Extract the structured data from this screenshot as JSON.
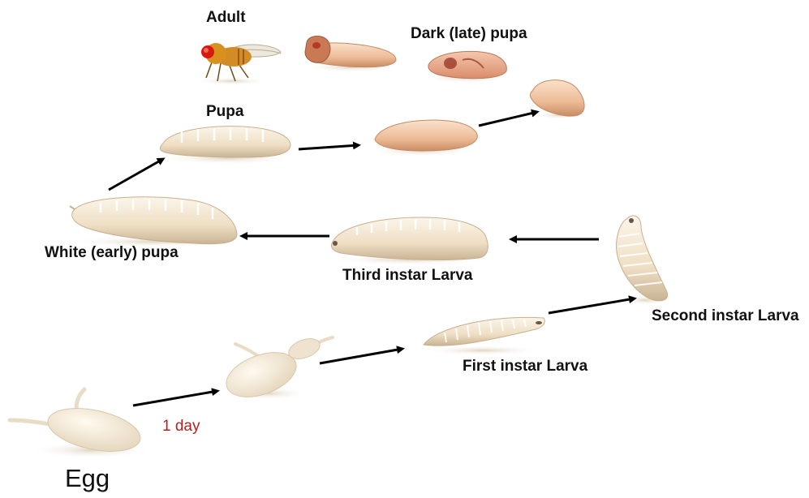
{
  "labels": {
    "adult": "Adult",
    "dark_pupa": "Dark (late) pupa",
    "pupa": "Pupa",
    "white_pupa": "White (early) pupa",
    "third_instar": "Third instar Larva",
    "second_instar": "Second instar Larva",
    "first_instar": "First instar Larva",
    "one_day": "1 day",
    "egg": "Egg"
  },
  "colors": {
    "arrow": "#000000",
    "day_text": "#b22222",
    "larva_body": "#f3e6cf",
    "pupa_tan": "#f0c9a8",
    "dark_pupa": "#e8a98a",
    "fly_body": "#d9891f",
    "fly_eye": "#d61a0f"
  },
  "stages": [
    "Egg",
    "1 day",
    "First instar Larva",
    "Second instar Larva",
    "Third instar Larva",
    "White (early) pupa",
    "Pupa",
    "Dark (late) pupa",
    "Adult"
  ]
}
